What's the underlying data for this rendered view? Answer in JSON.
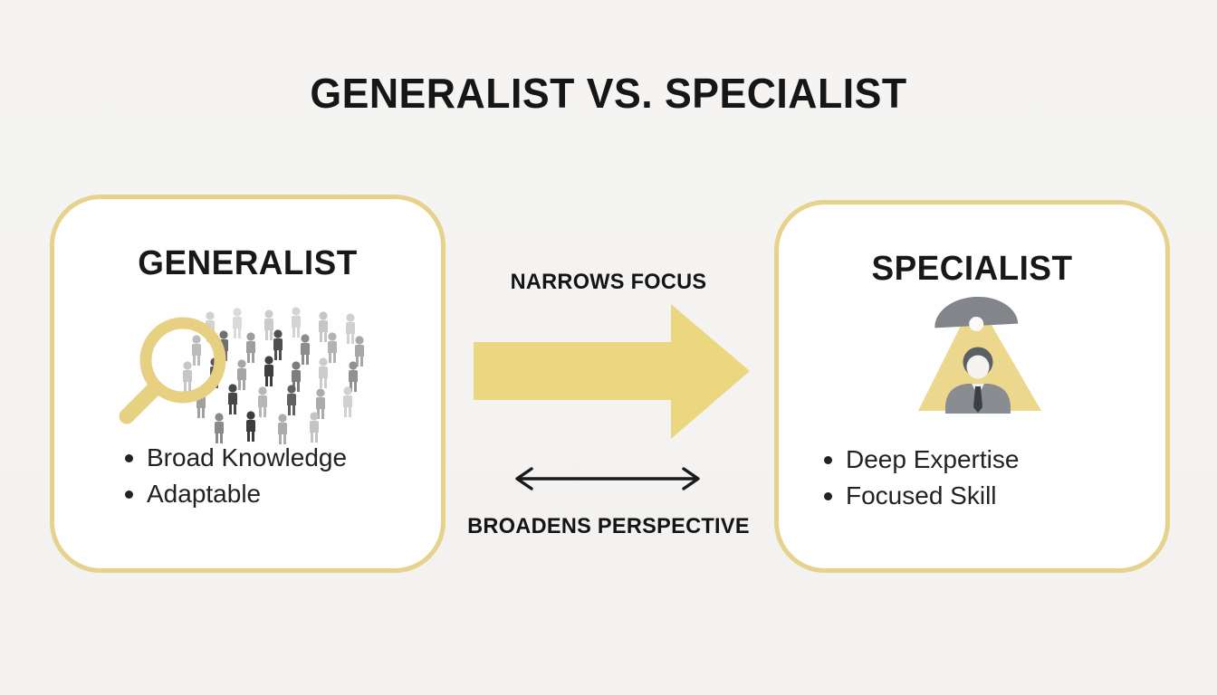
{
  "title": "GENERALIST VS. SPECIALIST",
  "left_card": {
    "heading": "GENERALIST",
    "icon": "magnifier-over-crowd-icon",
    "bullets": [
      "Broad Knowledge",
      "Adaptable"
    ]
  },
  "right_card": {
    "heading": "SPECIALIST",
    "icon": "spotlight-on-person-icon",
    "bullets": [
      "Deep Expertise",
      "Focused Skill"
    ]
  },
  "center": {
    "top_label": "NARROWS FOCUS",
    "bottom_label": "BROADENS PERSPECTIVE",
    "arrow_icon": "right-arrow-icon",
    "double_arrow_icon": "double-headed-arrow-icon"
  },
  "colors": {
    "background": "#f4f3f1",
    "card_background": "#fefefe",
    "border_gold": "#e7d28c",
    "arrow_gold": "#ead77f",
    "beam_gold": "#ecd88c",
    "text_dark": "#1a1a1a"
  }
}
